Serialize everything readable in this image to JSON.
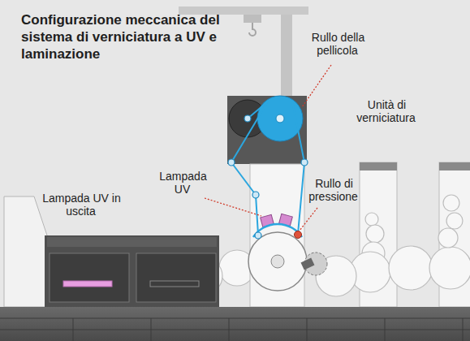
{
  "diagram": {
    "title": "Configurazione meccanica del sistema di verniciatura a UV e laminazione",
    "labels": [
      "Rullo della pellicola",
      "Unità di verniciatura",
      "Lampada UV",
      "Rullo di pressione",
      "Lampada UV in uscita"
    ]
  }
}
